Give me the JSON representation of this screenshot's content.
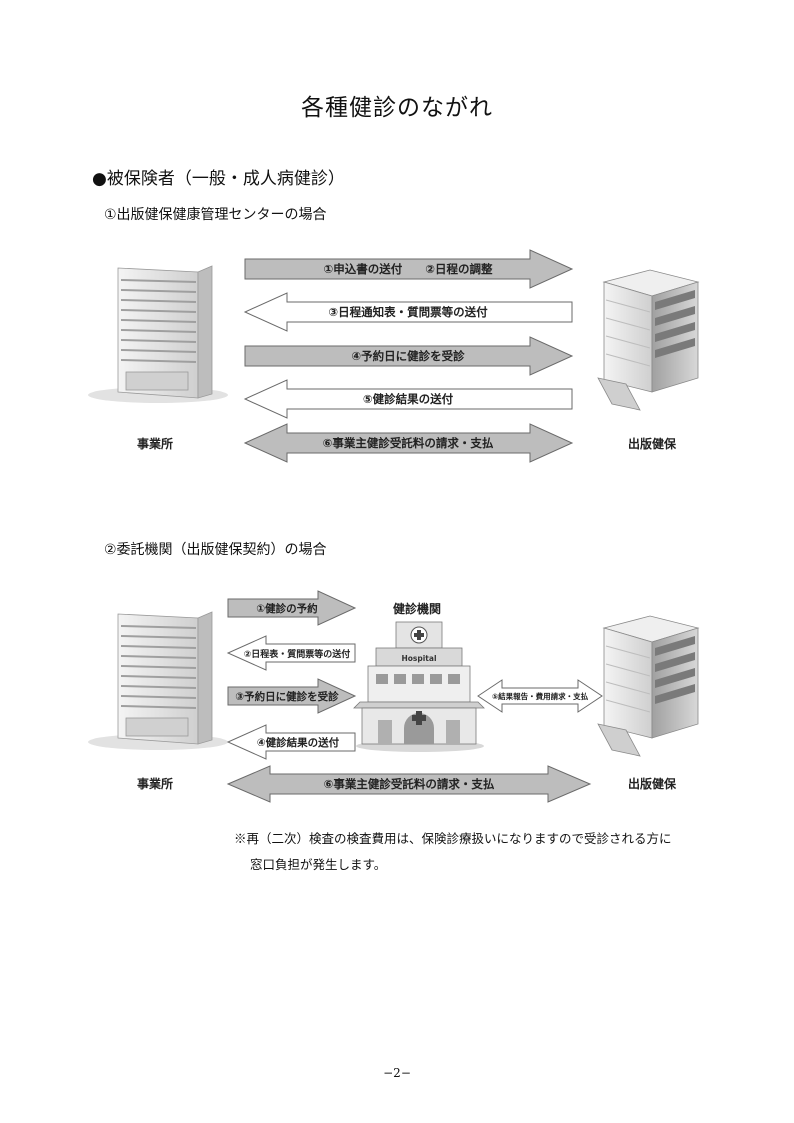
{
  "page": {
    "title": "各種健診のながれ",
    "section_heading": "●被保険者（一般・成人病健診）",
    "page_number": "−2−"
  },
  "case1": {
    "heading": "①出版健保健康管理センターの場合",
    "left_label": "事業所",
    "right_label": "出版健保",
    "arrows": [
      {
        "text": "①申込書の送付　　②日程の調整",
        "direction": "right",
        "style": "filled"
      },
      {
        "text": "③日程通知表・質問票等の送付",
        "direction": "left",
        "style": "outline"
      },
      {
        "text": "④予約日に健診を受診",
        "direction": "right",
        "style": "filled"
      },
      {
        "text": "⑤健診結果の送付",
        "direction": "left",
        "style": "outline"
      },
      {
        "text": "⑥事業主健診受託料の請求・支払",
        "direction": "both",
        "style": "filled"
      }
    ]
  },
  "case2": {
    "heading": "②委託機関（出版健保契約）の場合",
    "left_label": "事業所",
    "right_label": "出版健保",
    "institution_label": "健診機関",
    "hospital_sign": "Hospital",
    "arrows": [
      {
        "text": "①健診の予約",
        "direction": "right",
        "style": "filled"
      },
      {
        "text": "②日程表・質問票等の送付",
        "direction": "left",
        "style": "outline"
      },
      {
        "text": "③予約日に健診を受診",
        "direction": "right",
        "style": "filled"
      },
      {
        "text": "④健診結果の送付",
        "direction": "left",
        "style": "outline"
      },
      {
        "text": "⑤結果報告・費用請求・支払",
        "direction": "both",
        "style": "outline"
      },
      {
        "text": "⑥事業主健診受託料の請求・支払",
        "direction": "both",
        "style": "filled"
      }
    ]
  },
  "note": {
    "line1": "※再（二次）検査の検査費用は、保険診療扱いになりますので受診される方に",
    "line2": "窓口負担が発生します。"
  },
  "colors": {
    "arrow_fill": "#bdbdbd",
    "arrow_stroke": "#6a6a6a",
    "outline_fill": "#ffffff",
    "building_light": "#e6e6e6",
    "building_dark": "#8a8a8a"
  }
}
